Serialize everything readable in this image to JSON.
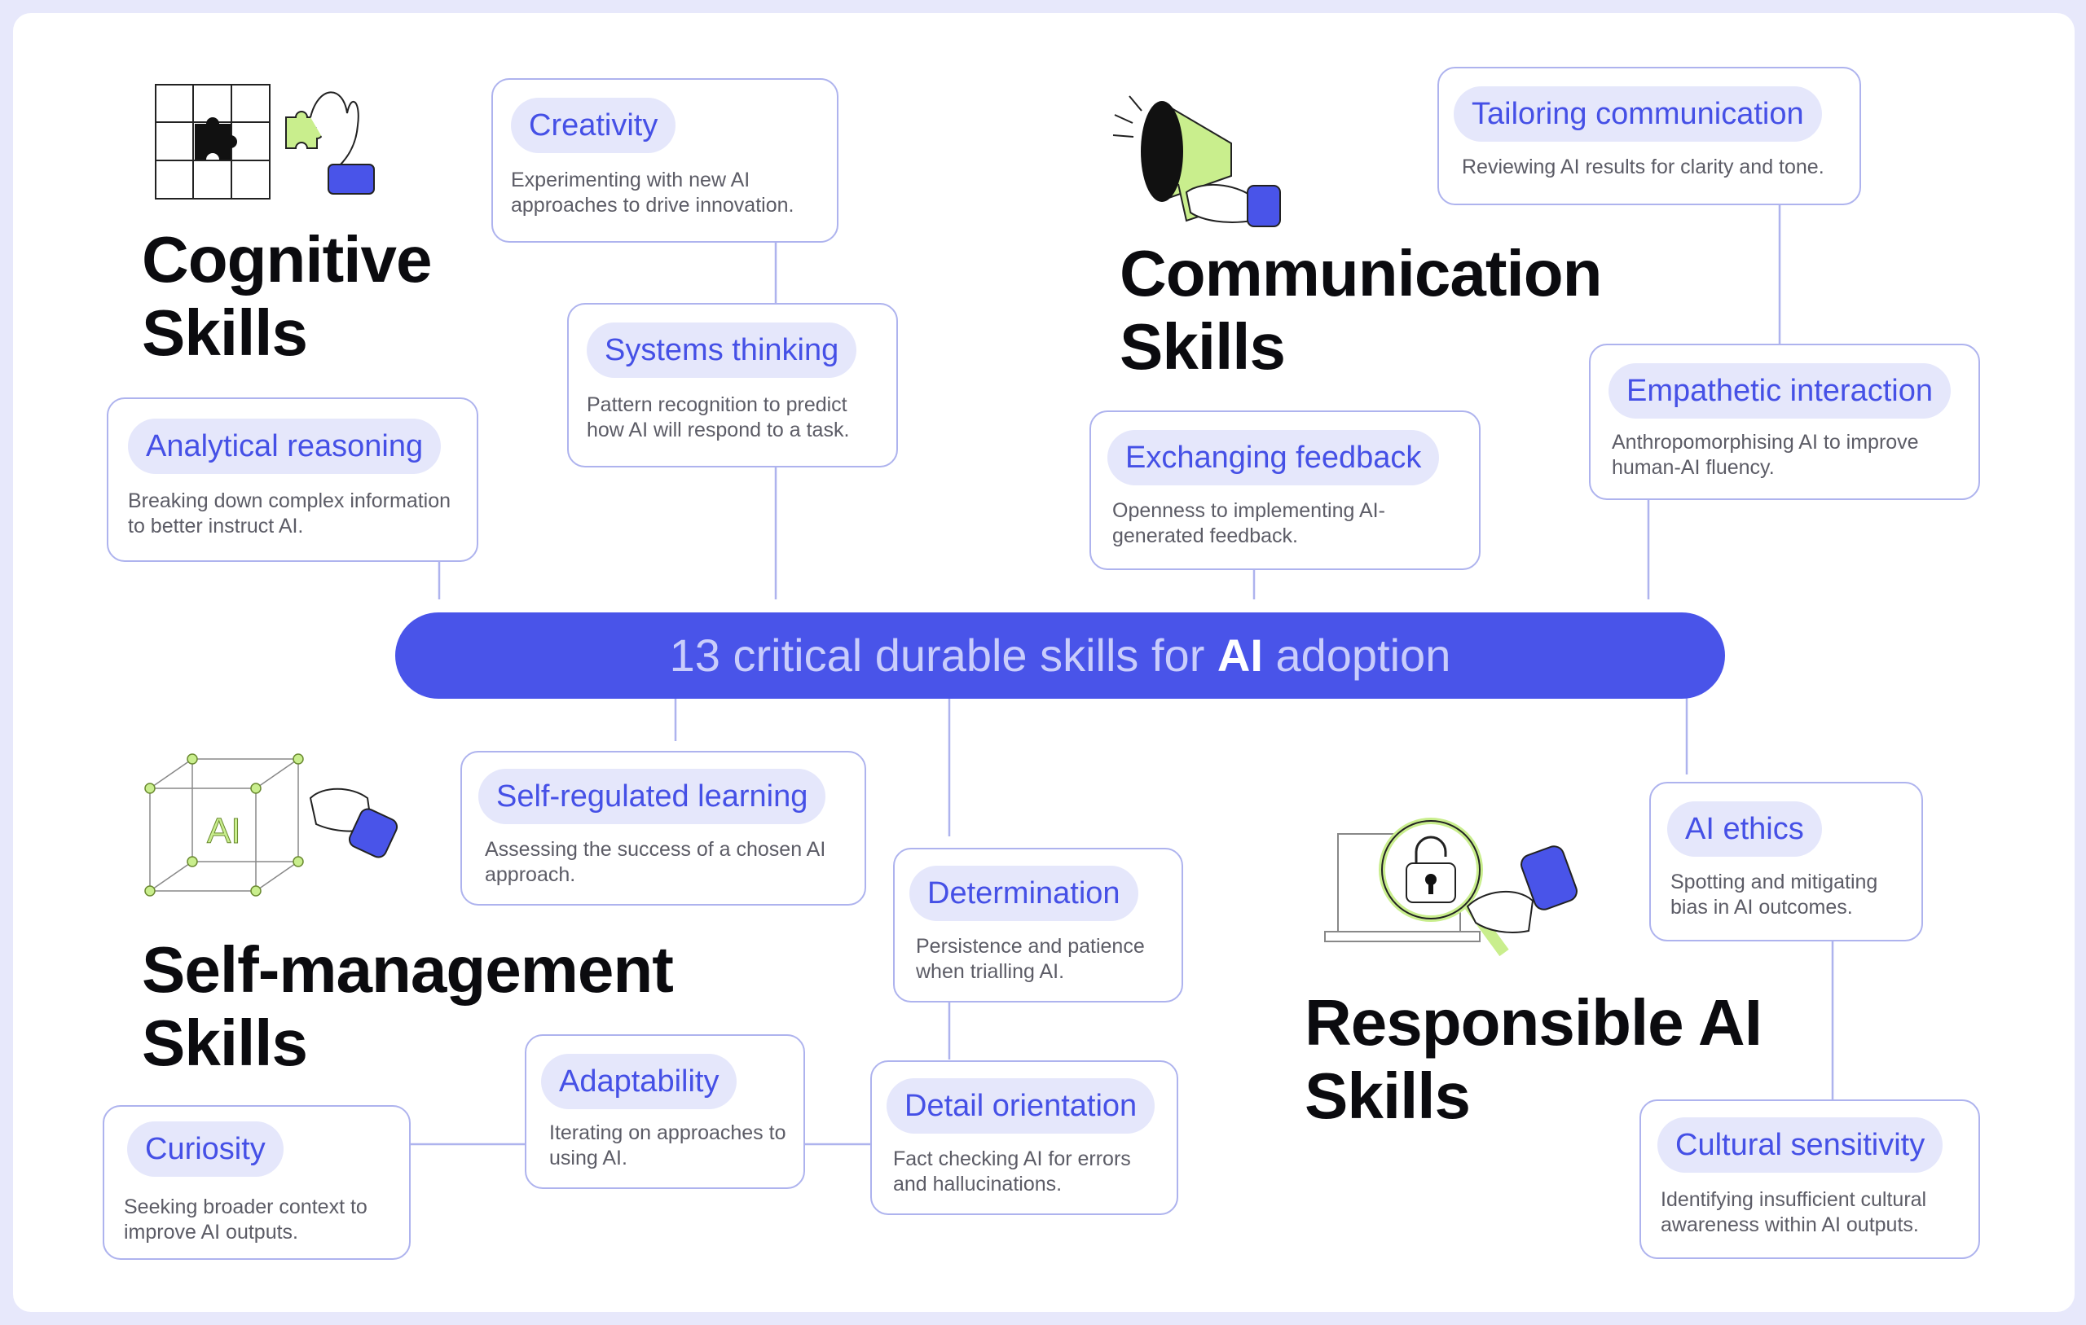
{
  "banner": {
    "text_before": "13 critical durable skills for ",
    "text_highlight": "AI",
    "text_after": " adoption"
  },
  "categories": {
    "cognitive": {
      "line1": "Cognitive",
      "line2": "Skills"
    },
    "communication": {
      "line1": "Communication",
      "line2": "Skills"
    },
    "self_management": {
      "line1": "Self-management",
      "line2": "Skills"
    },
    "responsible_ai": {
      "line1": "Responsible AI",
      "line2": "Skills"
    }
  },
  "skills": {
    "creativity": {
      "title": "Creativity",
      "desc": "Experimenting with new AI approaches to drive innovation."
    },
    "systems_thinking": {
      "title": "Systems thinking",
      "desc": "Pattern recognition to predict how AI will respond to a task."
    },
    "analytical_reasoning": {
      "title": "Analytical reasoning",
      "desc": "Breaking down complex information to better instruct AI."
    },
    "tailoring_communication": {
      "title": "Tailoring communication",
      "desc": "Reviewing AI results for clarity and tone."
    },
    "empathetic_interaction": {
      "title": "Empathetic interaction",
      "desc": "Anthropomorphising AI to improve human-AI fluency."
    },
    "exchanging_feedback": {
      "title": "Exchanging feedback",
      "desc": "Openness to implementing AI-generated feedback."
    },
    "self_regulated_learning": {
      "title": "Self-regulated learning",
      "desc": "Assessing the success of a chosen AI approach."
    },
    "determination": {
      "title": "Determination",
      "desc": "Persistence and patience when trialling AI."
    },
    "adaptability": {
      "title": "Adaptability",
      "desc": "Iterating on approaches to using AI."
    },
    "detail_orientation": {
      "title": "Detail orientation",
      "desc": "Fact checking AI for errors and hallucinations."
    },
    "curiosity": {
      "title": "Curiosity",
      "desc": "Seeking broader context to improve AI outputs."
    },
    "ai_ethics": {
      "title": "AI ethics",
      "desc": "Spotting and mitigating bias in AI outcomes."
    },
    "cultural_sensitivity": {
      "title": "Cultural sensitivity",
      "desc": "Identifying insufficient cultural awareness within AI outputs."
    }
  },
  "illustrations": {
    "cognitive": "puzzle-hand-icon",
    "communication": "megaphone-hand-icon",
    "self_management": "ai-cube-hand-icon",
    "responsible_ai": "laptop-lock-magnifier-icon"
  },
  "colors": {
    "accent": "#4954e9",
    "pill_bg": "#e5e7fb",
    "pill_text": "#4550e6",
    "card_border": "#aeb3ee",
    "lime": "#c9ee8d",
    "frame": "#e7e8fb"
  }
}
